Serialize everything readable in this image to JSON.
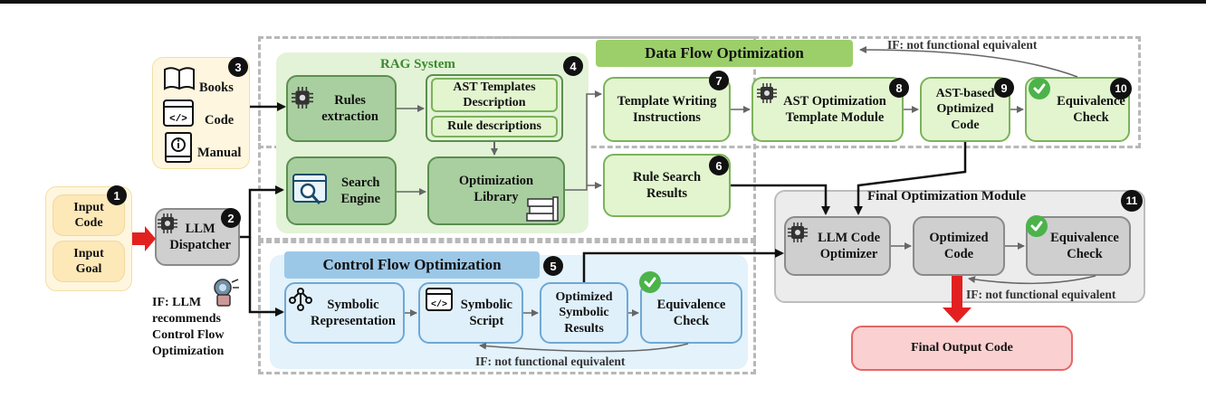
{
  "input": {
    "code": "Input\nCode",
    "goal": "Input\nGoal"
  },
  "dispatcher": {
    "label": "LLM\nDispatcher"
  },
  "sources": {
    "books": "Books",
    "code": "Code",
    "manual": "Manual"
  },
  "rag": {
    "title": "RAG System",
    "rules_extraction": "Rules\nextraction",
    "ast_templates": "AST Templates\nDescription",
    "rule_descriptions": "Rule descriptions",
    "search_engine": "Search\nEngine",
    "optimization_library": "Optimization\nLibrary"
  },
  "data_flow": {
    "title": "Data Flow Optimization",
    "template_writing": "Template Writing\nInstructions",
    "rule_search": "Rule Search\nResults",
    "ast_optimization": "AST Optimization\nTemplate Module",
    "ast_optimized_code": "AST-based\nOptimized\nCode",
    "equivalence_check": "Equivalence\nCheck",
    "feedback": "IF: not  functional equivalent"
  },
  "control_flow": {
    "title": "Control Flow Optimization",
    "symbolic_representation": "Symbolic\nRepresentation",
    "symbolic_script": "Symbolic\nScript",
    "optimized_symbolic": "Optimized\nSymbolic\nResults",
    "equivalence_check": "Equivalence\nCheck",
    "feedback": "IF: not  functional equivalent",
    "condition": "IF: LLM\nrecommends\nControl Flow\nOptimization"
  },
  "final_module": {
    "title": "Final Optimization Module",
    "llm_optimizer": "LLM Code\nOptimizer",
    "optimized_code": "Optimized\nCode",
    "equivalence_check": "Equivalence\nCheck",
    "feedback": "IF: not functional equivalent"
  },
  "output": {
    "label": "Final Output Code"
  },
  "numbers": [
    "1",
    "2",
    "3",
    "4",
    "5",
    "6",
    "7",
    "8",
    "9",
    "10",
    "11"
  ],
  "colors": {
    "green_region": "#e6f5dc",
    "blue_region": "#e4f3fb",
    "grey_region": "#ededed",
    "output": "#fbd2d2",
    "arrow_red": "#e32020"
  }
}
